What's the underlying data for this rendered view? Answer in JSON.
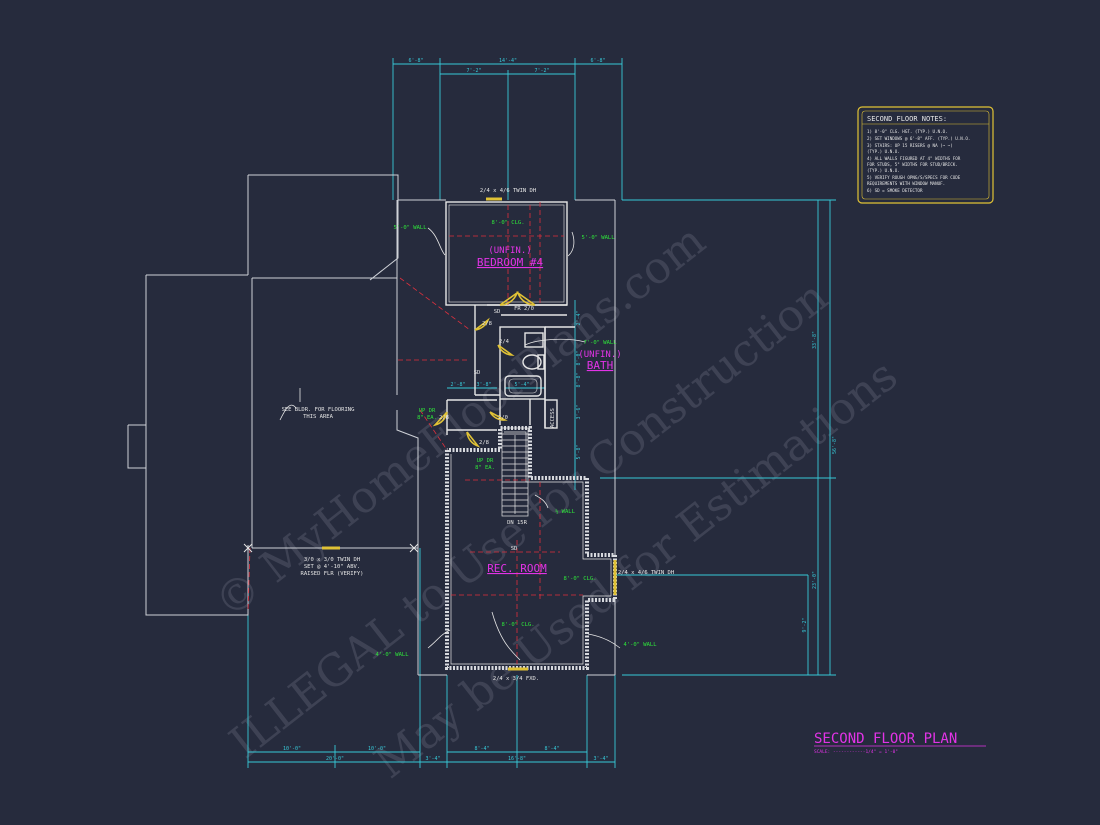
{
  "colors": {
    "background": "#262b3d",
    "outline": "#e6e6e6",
    "dimension": "#37c9d8",
    "label": "#2ee63a",
    "room": "#e233e6",
    "axis": "#e0303d",
    "door": "#e0c235",
    "notes_frame": "#e0c235",
    "watermark": "#6b6f80"
  },
  "notes": {
    "title": "SECOND FLOOR NOTES:",
    "lines": [
      "1) 8'-0\" CLG. HGT. (TYP.) U.N.O.",
      "2) SET WINDOWS @ 6'-8\" AFF. (TYP.) U.N.O.",
      "3) STAIRS: UP 15 RISERS @ NA (~ ~)",
      "   (TYP.) U.N.O.",
      "4) ALL WALLS FIGURED AT 4\" WIDTHS FOR",
      "   FOR STUDS, 5\" WIDTHS FOR STUD/BRICK.",
      "   (TYP.) U.N.O.",
      "5) VERIFY ROUGH OPNG/S/SPECS FOR CODE",
      "   REQUIREMENTS WITH WINDOW MANUF.",
      "6) SD = SMOKE DETECTOR"
    ]
  },
  "rooms": {
    "bedroom_unfin": "(UNFIN.)",
    "bedroom": "BEDROOM #4",
    "bath_unfin": "(UNFIN.)",
    "bath": "BATH",
    "rec_room": "REC. ROOM"
  },
  "labels": {
    "window_top": "2/4 x 4/6 TWIN DH",
    "bedroom_clg": "8'-0\" CLG.",
    "wall_bed_left": "5'-0\" WALL",
    "wall_bed_right": "5'-0\" WALL",
    "fr_door": "FR 2/0",
    "door_28_a": "2/8",
    "door_24": "2/4",
    "wall_bath": "7'-0\" WALL",
    "sd_1": "SD",
    "sd_2": "SD",
    "sd_3": "SD",
    "access": "ACCESS",
    "see_bldr_1": "SEE BLDR. FOR FLOORING",
    "see_bldr_2": "THIS AREA",
    "updr_left_1": "UP DR",
    "updr_left_2": "8\" EA.",
    "door_28_b": "2/8",
    "door_20": "2/0",
    "door_28_c": "2/8",
    "updr_right_1": "UP DR",
    "updr_right_2": "8\" EA.",
    "half_wall": "½ WALL",
    "dn_label": "DN 15R",
    "win_left_1": "3/0 x 3/0 TWIN DH",
    "win_left_2": "SET @ 4'-10\" ABV.",
    "win_left_3": "RAISED FLR (VERIFY)",
    "window_right": "2/4 x 4/6 TWIN DH",
    "rec_clg_1": "8'-0\" CLG.",
    "rec_clg_2": "8'-0\" CLG.",
    "wall_rec_left": "4'-0\" WALL",
    "wall_rec_right": "4'-0\" WALL",
    "window_bottom": "2/4 x 3/4 FXD."
  },
  "dims": {
    "top_left": "6'-8\"",
    "top_mid": "14'-4\"",
    "top_right": "6'-8\"",
    "top_sub_l": "7'-2\"",
    "top_sub_r": "7'-2\"",
    "right_overall": "56'-8\"",
    "right_upper": "33'-8\"",
    "right_lower": "23'-0\"",
    "right_small": "9'-2\"",
    "bot_1": "10'-0\"",
    "bot_2": "10'-0\"",
    "bot_total": "20'-0\"",
    "bot_3": "3'-4\"",
    "bot_4": "8'-4\"",
    "bot_5": "8'-4\"",
    "bot_mid": "16'-8\"",
    "bot_6": "3'-4\"",
    "bath_w": "5'-4\"",
    "hall_1": "2'-8\"",
    "hall_2": "3'-8\"",
    "v_1": "2'-4\"",
    "v_2": "8'-0\"",
    "v_3": "8'-8\"",
    "v_4": "3'-6\"",
    "v_5": "5'-8\""
  },
  "title_block": {
    "title": "SECOND FLOOR PLAN",
    "scale": "SCALE: ------------1/4\" = 1'-0\""
  },
  "watermark": {
    "line1": "© MyHomeFloorPlans.com",
    "line2": "ILLEGAL to Use for Construction",
    "line3": "May be Used for Estimations"
  }
}
